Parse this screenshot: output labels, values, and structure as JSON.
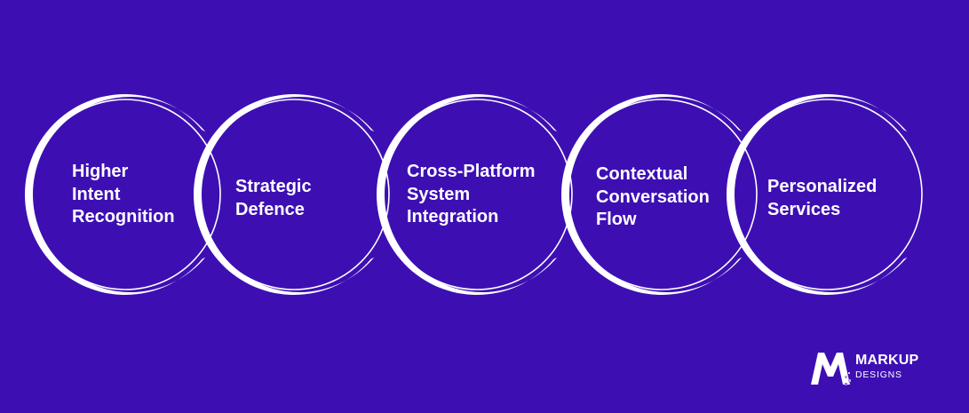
{
  "items": [
    {
      "lines": [
        "Higher",
        "Intent",
        "Recognition"
      ]
    },
    {
      "lines": [
        "Strategic",
        "Defence"
      ]
    },
    {
      "lines": [
        "Cross-Platform",
        "System",
        "Integration"
      ]
    },
    {
      "lines": [
        "Contextual",
        "Conversation",
        "Flow"
      ]
    },
    {
      "lines": [
        "Personalized",
        "Services"
      ]
    }
  ],
  "logo": {
    "mark_letter": "M",
    "wordmark": "MARKUP",
    "sub": "DESIGNS"
  },
  "colors": {
    "background": "#3d0fb3",
    "ring": "#ffffff",
    "text": "#ffffff"
  }
}
